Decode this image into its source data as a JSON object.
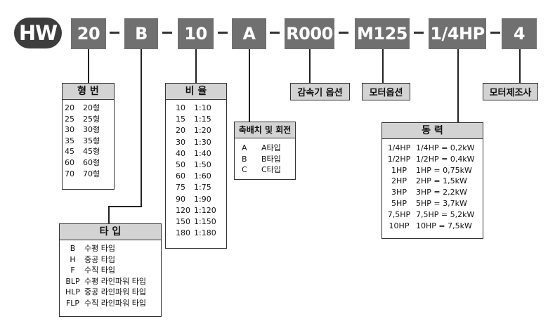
{
  "header": {
    "prefix": "HW",
    "codes": [
      "20",
      "B",
      "10",
      "A",
      "R000",
      "M125",
      "1/4HP",
      "4"
    ]
  },
  "frame_size": {
    "title": "형 번",
    "rows": [
      [
        "20",
        "20형"
      ],
      [
        "25",
        "25형"
      ],
      [
        "30",
        "30형"
      ],
      [
        "35",
        "35형"
      ],
      [
        "45",
        "45형"
      ],
      [
        "60",
        "60형"
      ],
      [
        "70",
        "70형"
      ]
    ]
  },
  "type": {
    "title": "타 입",
    "rows": [
      [
        "B",
        "수평 타입"
      ],
      [
        "H",
        "중공 타입"
      ],
      [
        "F",
        "수직 타입"
      ],
      [
        "BLP",
        "수평 라인파워 타입"
      ],
      [
        "HLP",
        "중공 라인파워 타입"
      ],
      [
        "FLP",
        "수직 라인파워 타입"
      ]
    ]
  },
  "ratio": {
    "title": "비 율",
    "rows": [
      [
        "10",
        "1:10"
      ],
      [
        "15",
        "1:15"
      ],
      [
        "20",
        "1:20"
      ],
      [
        "30",
        "1:30"
      ],
      [
        "40",
        "1:40"
      ],
      [
        "50",
        "1:50"
      ],
      [
        "60",
        "1:60"
      ],
      [
        "75",
        "1:75"
      ],
      [
        "90",
        "1:90"
      ],
      [
        "120",
        "1:120"
      ],
      [
        "150",
        "1:150"
      ],
      [
        "180",
        "1:180"
      ]
    ]
  },
  "shaft": {
    "title": "축배치 및 회전",
    "rows": [
      [
        "A",
        "A타입"
      ],
      [
        "B",
        "B타입"
      ],
      [
        "C",
        "C타입"
      ]
    ]
  },
  "reducer_option": {
    "title": "감속기 옵션"
  },
  "motor_option": {
    "title": "모터옵션"
  },
  "power": {
    "title": "동 력",
    "rows": [
      [
        "1/4HP",
        "1/4HP = 0,2kW"
      ],
      [
        "1/2HP",
        "1/2HP = 0,4kW"
      ],
      [
        "1HP",
        "1HP = 0,75kW"
      ],
      [
        "2HP",
        "2HP = 1,5kW"
      ],
      [
        "3HP",
        "3HP = 2,2kW"
      ],
      [
        "5HP",
        "5HP = 3,7kW"
      ],
      [
        "7,5HP",
        "7,5HP = 5,2kW"
      ],
      [
        "10HP",
        "10HP = 7,5kW"
      ]
    ]
  },
  "manufacturer": {
    "title": "모터제조사"
  }
}
